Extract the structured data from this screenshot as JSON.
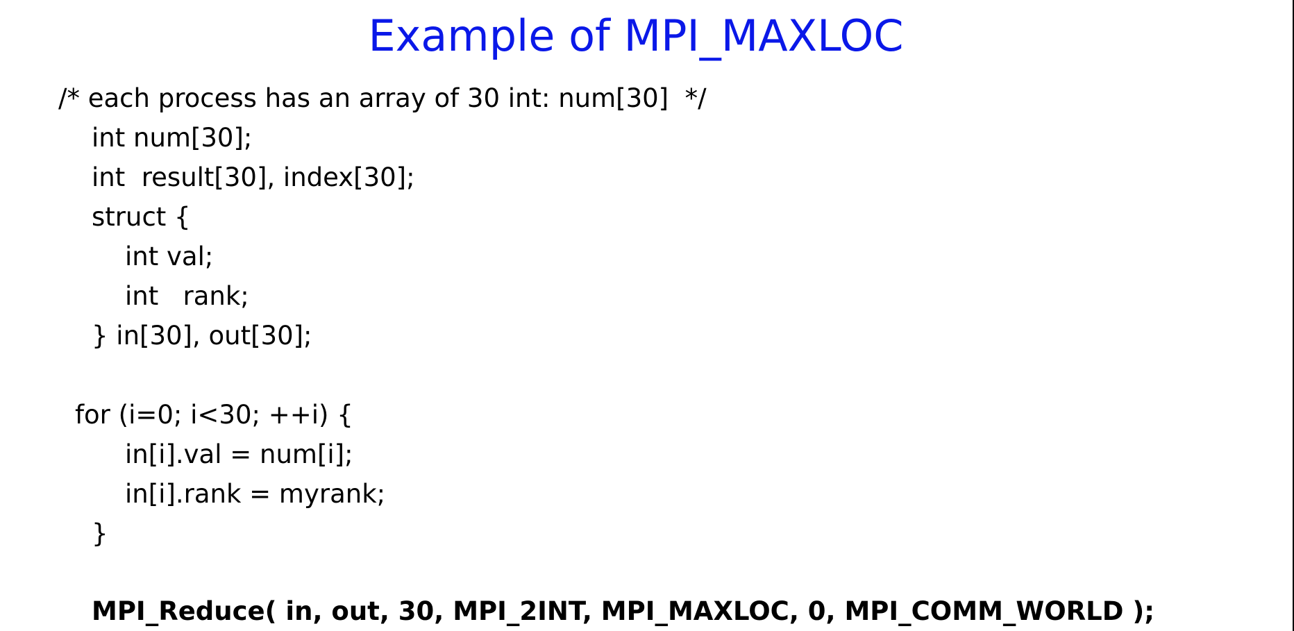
{
  "slide": {
    "title": "Example of MPI_MAXLOC",
    "title_color": "#0a18e8",
    "code": [
      "/* each process has an array of 30 int: num[30]  */",
      "int num[30];",
      "int  result[30], index[30];",
      "struct {",
      "int val;",
      "int   rank;",
      "} in[30], out[30];",
      "for (i=0; i<30; ++i) {",
      "in[i].val = num[i];",
      "in[i].rank = myrank;",
      "}",
      "MPI_Reduce( in, out, 30, MPI_2INT, MPI_MAXLOC, 0, MPI_COMM_WORLD );"
    ]
  }
}
